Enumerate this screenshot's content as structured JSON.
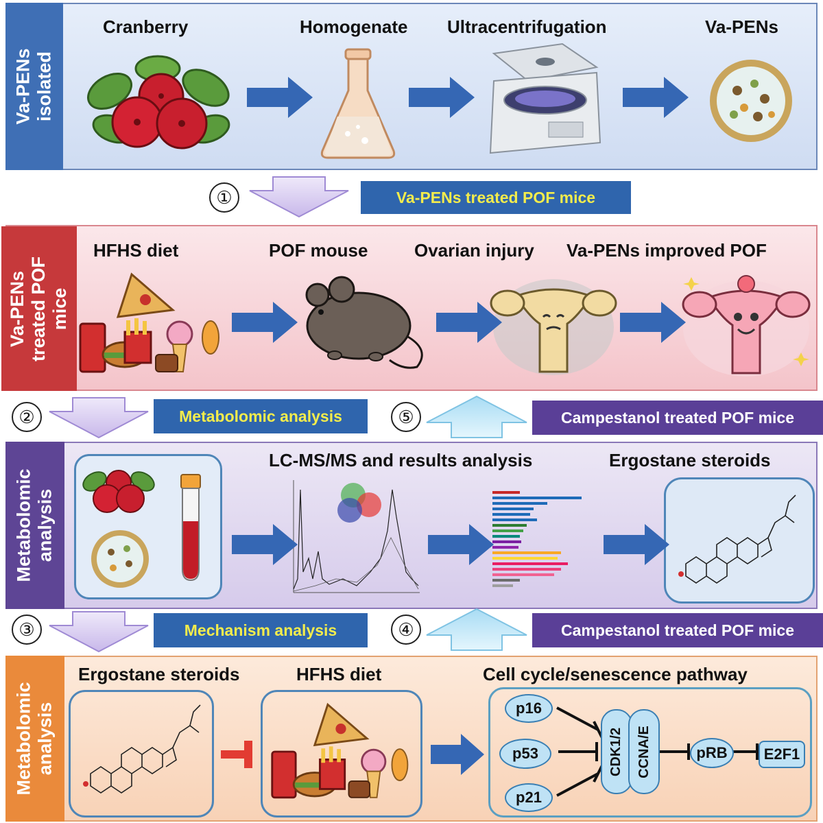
{
  "panel1": {
    "sidebar": "Va-PENs\nisolated",
    "titles": [
      "Cranberry",
      "Homogenate",
      "Ultracentrifugation",
      "Va-PENs"
    ]
  },
  "step1": {
    "number": "①",
    "label": "Va-PENs treated  POF mice"
  },
  "panel2": {
    "sidebar": "Va-PENs\ntreated POF\nmice",
    "titles": [
      "HFHS diet",
      "POF mouse",
      "Ovarian injury",
      "Va-PENs improved POF"
    ]
  },
  "step2": {
    "number": "②",
    "label": "Metabolomic analysis"
  },
  "step5": {
    "number": "⑤",
    "label": "Campestanol treated POF mice"
  },
  "panel3": {
    "sidebar": "Metabolomic\nanalysis",
    "titles": [
      "LC-MS/MS  and results analysis",
      "Ergostane steroids"
    ]
  },
  "step3": {
    "number": "③",
    "label": "Mechanism analysis"
  },
  "step4": {
    "number": "④",
    "label": "Campestanol treated POF mice"
  },
  "panel4": {
    "sidebar": "Metabolomic\nanalysis",
    "titles": [
      "Ergostane steroids",
      "HFHS diet",
      "Cell cycle/senescence pathway"
    ],
    "pathway_nodes": [
      "p16",
      "p53",
      "p21",
      "CDK1/2",
      "CCNA/E",
      "pRB",
      "E2F1"
    ]
  },
  "colors": {
    "arrow_blue": "#3567b4",
    "panel1_bg": "#dbe6f5",
    "panel2_bg": "#f8dde0",
    "panel3_bg": "#e3dcef",
    "panel4_bg": "#fbe0cc",
    "sidebar1": "#3f6fb5",
    "sidebar2": "#c6393b",
    "sidebar3": "#5e4595",
    "sidebar4": "#ea8a3b",
    "button_blue": "#2f65ad",
    "button_purple": "#5a3f97",
    "inhibit_red": "#e23c32"
  }
}
